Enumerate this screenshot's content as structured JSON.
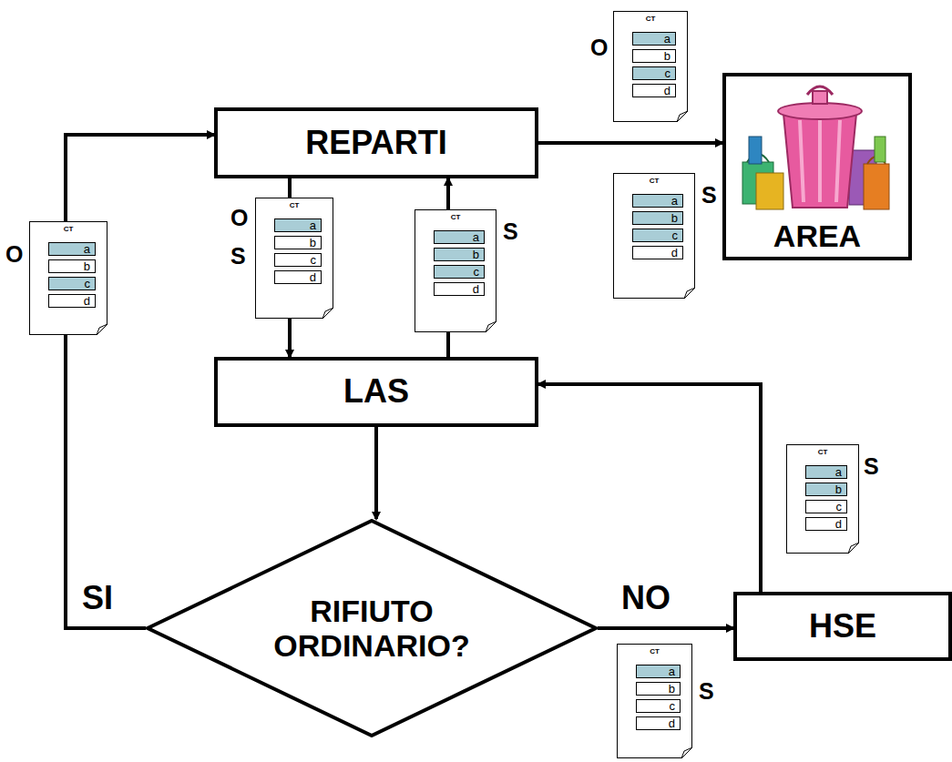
{
  "diagram": {
    "nodes": [
      {
        "text": [
          "REPARTI"
        ]
      },
      {
        "text": [
          "AREA"
        ]
      },
      {
        "text": [
          "LAS"
        ]
      },
      {
        "text": [
          "RIFIUTO ORDINARIO?"
        ]
      },
      {
        "text": [
          "HSE"
        ]
      }
    ],
    "edges": [
      {
        "from": 0,
        "to": 1,
        "arrow": "to"
      },
      {
        "from": 0,
        "to": 2,
        "arrow": "to"
      },
      {
        "from": 2,
        "to": 0,
        "arrow": "to"
      },
      {
        "from": 2,
        "to": 3,
        "arrow": "to"
      },
      {
        "from": 3,
        "to": 0,
        "label": "SI",
        "arrow": "to"
      },
      {
        "from": 3,
        "to": 4,
        "label": "NO",
        "arrow": "to"
      },
      {
        "from": 4,
        "to": 2,
        "arrow": "to"
      }
    ],
    "labels": [
      "O",
      "CT",
      "a",
      "b",
      "c",
      "d",
      "S",
      "CT",
      "a",
      "b",
      "c",
      "d",
      "O",
      "CT",
      "a",
      "b",
      "c",
      "d",
      "O",
      "S",
      "CT",
      "a",
      "b",
      "c",
      "d",
      "S",
      "CT",
      "a",
      "b",
      "c",
      "d",
      "S",
      "CT",
      "a",
      "b",
      "c",
      "d",
      "S",
      "CT",
      "a",
      "b",
      "c",
      "d"
    ]
  }
}
